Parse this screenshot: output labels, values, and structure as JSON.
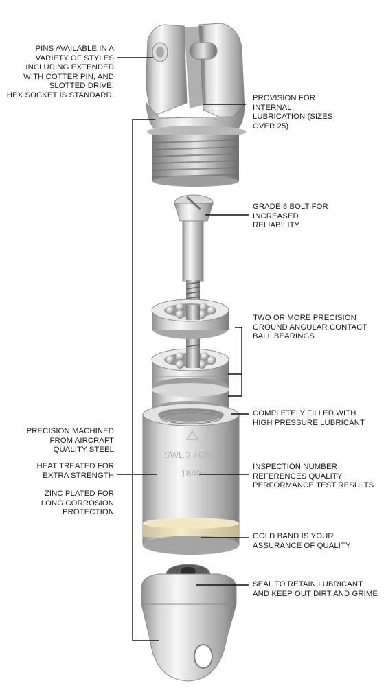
{
  "engraving": {
    "brand": "",
    "line1": "SWL 3 TONS",
    "line2": "1840"
  },
  "callouts": {
    "pins": "PINS AVAILABLE IN A\nVARIETY OF STYLES\nINCLUDING EXTENDED\nWITH COTTER PIN, AND\nSLOTTED DRIVE.\nHEX SOCKET IS STANDARD.",
    "lubrication": "PROVISION FOR\nINTERNAL\nLUBRICATION (SIZES\nOVER 25)",
    "bolt": "GRADE 8 BOLT FOR\nINCREASED\nRELIABILITY",
    "bearings": "TWO OR MORE PRECISION\nGROUND ANGULAR CONTACT\nBALL BEARINGS",
    "filled": "COMPLETELY FILLED WITH\nHIGH PRESSURE LUBRICANT",
    "machined": "PRECISION MACHINED\nFROM AIRCRAFT\nQUALITY STEEL",
    "heat": "HEAT TREATED FOR\nEXTRA STRENGTH",
    "zinc": "ZINC PLATED FOR\nLONG CORROSION\nPROTECTION",
    "inspection": "INSPECTION NUMBER\nREFERENCES QUALITY\nPERFORMANCE TEST RESULTS",
    "gold": "GOLD BAND IS YOUR\nASSURANCE OF QUALITY",
    "seal": "SEAL TO RETAIN LUBRICANT\nAND KEEP OUT DIRT AND GRIME"
  },
  "colors": {
    "steel_light": "#f2f2f2",
    "steel_mid": "#c9c9c9",
    "steel_dark": "#8e8e8e",
    "gold_band": "#efe2b8",
    "leader": "#111111"
  }
}
